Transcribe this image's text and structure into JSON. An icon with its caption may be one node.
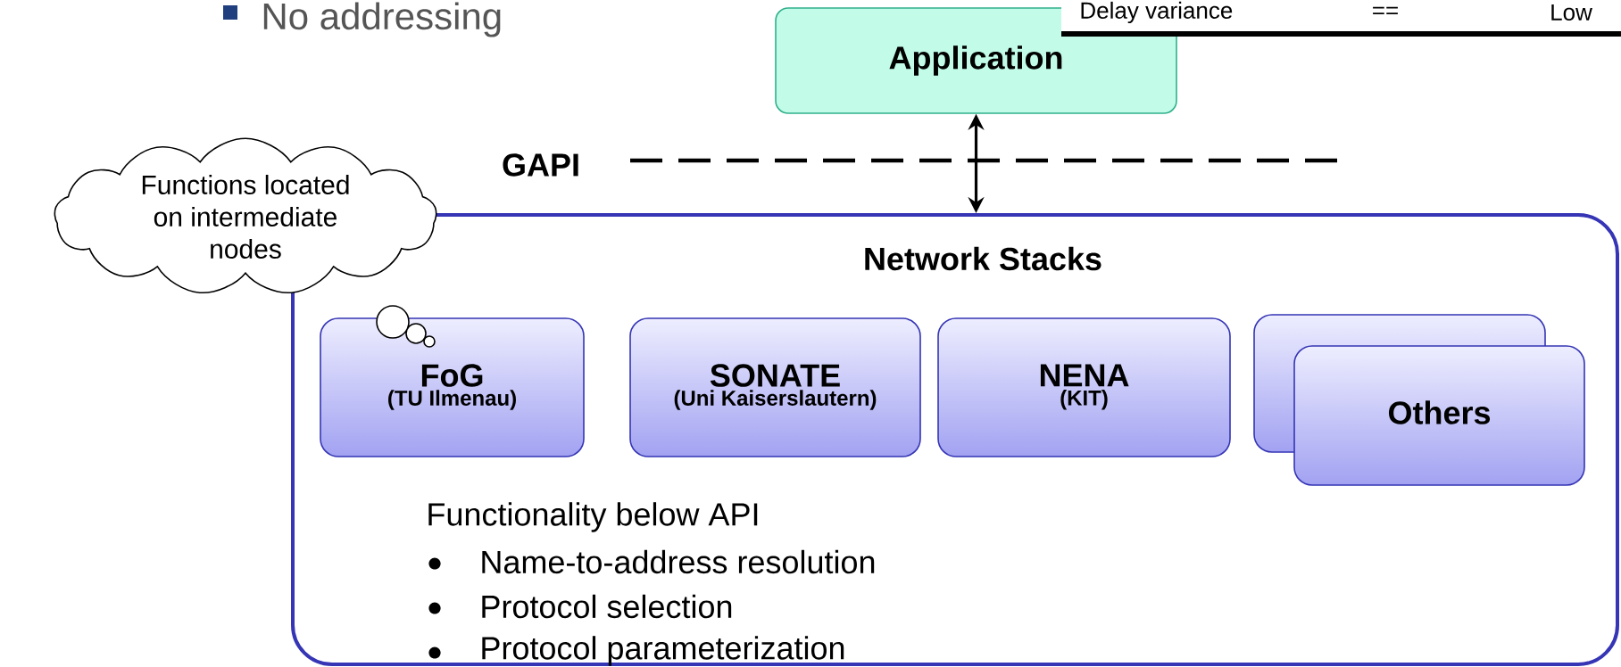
{
  "diagram": {
    "nodes": [
      {
        "text": [
          "Application"
        ]
      },
      {
        "text": [
          "Network Stacks",
          "Functionality below API",
          "Name-to-address resolution",
          "Protocol selection",
          "Protocol parameterization"
        ]
      },
      {
        "text": [
          "FoG",
          "(TU Ilmenau)"
        ],
        "in": 1
      },
      {
        "text": [
          "SONATE",
          "(Uni Kaiserslautern)"
        ],
        "in": 1
      },
      {
        "text": [
          "NENA",
          "(KIT)"
        ],
        "in": 1
      },
      {
        "text": [
          "Others"
        ],
        "in": 1
      },
      {
        "text": [
          "Functions located on intermediate nodes"
        ]
      }
    ],
    "edges": [
      {
        "from": 0,
        "to": 1,
        "arrow": "both"
      }
    ],
    "labels": [
      "No addressing",
      "Delay variance",
      "==",
      "Low",
      "GAPI"
    ]
  }
}
